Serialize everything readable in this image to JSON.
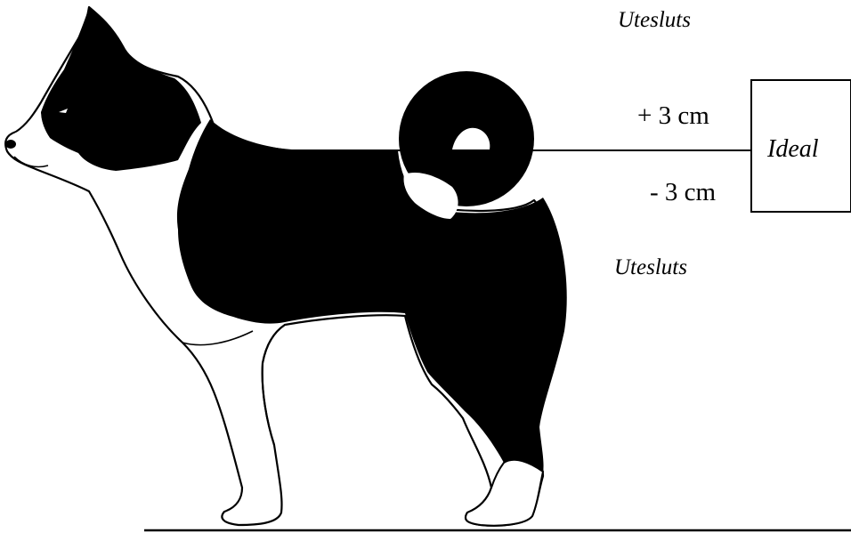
{
  "labels": {
    "excluded_top": "Utesluts",
    "plus": "+ 3 cm",
    "ideal": "Ideal",
    "minus": "- 3 cm",
    "excluded_bottom": "Utesluts"
  },
  "colors": {
    "ink": "#000000",
    "paper": "#ffffff"
  }
}
